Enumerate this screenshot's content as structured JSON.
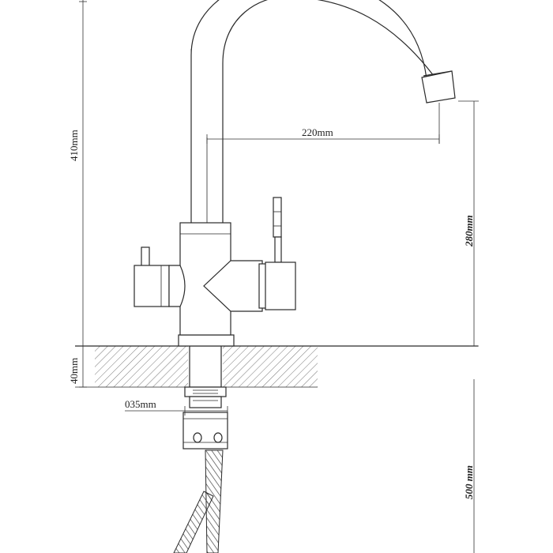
{
  "dimensions": {
    "total_height": "410mm",
    "reach": "220mm",
    "spout_height": "280mm",
    "counter_thickness": "40mm",
    "thread_diameter": "035mm",
    "hose_length": "500 mm"
  },
  "colors": {
    "line": "#2a2a2a",
    "hatch": "#555555",
    "background": "#ffffff"
  }
}
